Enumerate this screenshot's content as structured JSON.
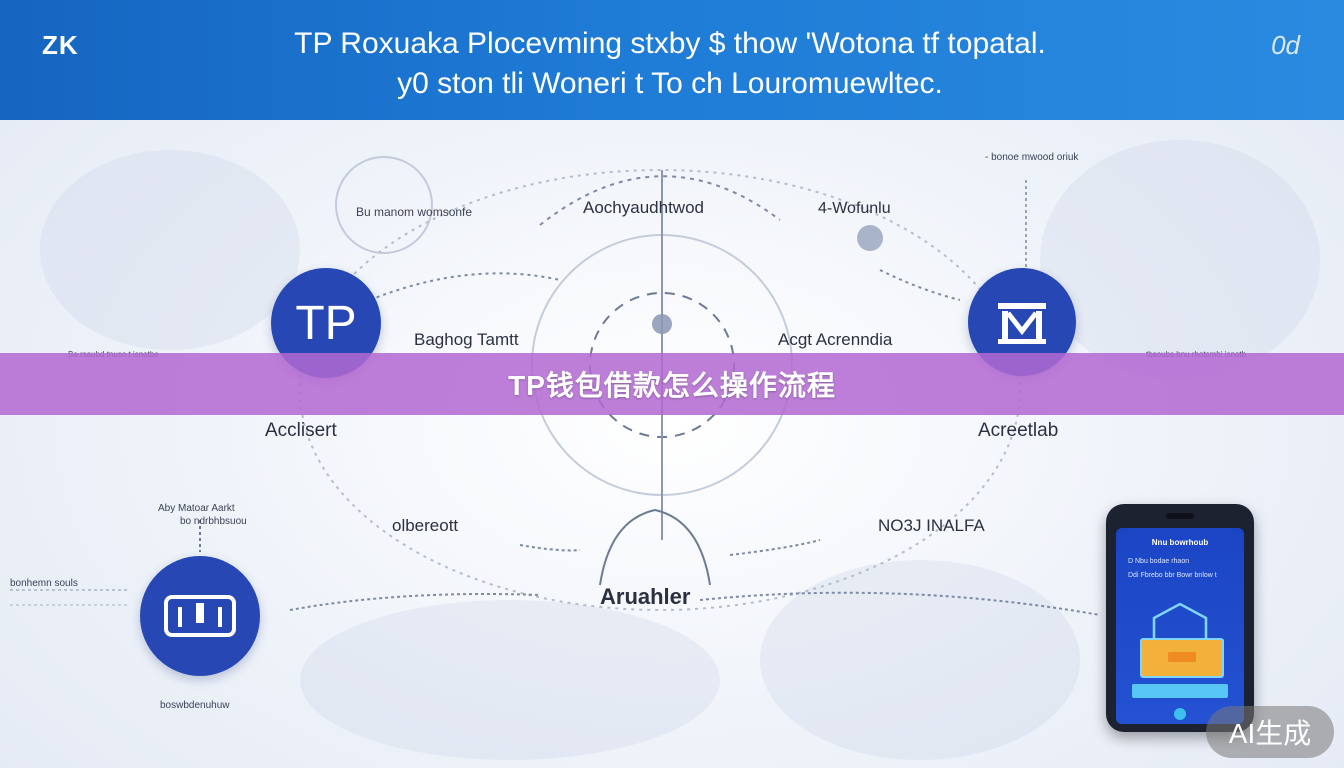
{
  "banner": {
    "logo": "ZK",
    "title_line1": "TP Roxuaka Plocevming stxby $ thow 'Wotona tf topatal.",
    "title_line2": "y0 ston tli Woneri t To ch Louromuewltec.",
    "right_mark": "0d"
  },
  "labels": {
    "top_left_small": "Bu manom womsonfe",
    "top_center": "Aochyaudhtwod",
    "top_right": "4-Wofunlu",
    "top_far_right_small": "- bonoe mwood oriuk",
    "mid_left": "Baghog Tamtt",
    "mid_right": "Acgt Acrenndia",
    "left_edge_small": "Ba rsaubd tnuso t isnotbe",
    "right_edge_small": "tbsoubs bnu rhotsmbi isnotb",
    "accusert": "Acclisert",
    "acreetlab": "Acreetlab",
    "bottom_left_small": "Aby Matoar Aarkt",
    "bottom_left_small2": "bo ndrbhbsuou",
    "bottom_center_left": "olbereott",
    "bottom_center_right": "NO3J INALFA",
    "center_bottom": "Aruahler",
    "left_far_small": "bonhemn souls",
    "bottom_left_caption": "boswbdenuhuw"
  },
  "overlay": {
    "title": "TP钱包借款怎么操作流程"
  },
  "phone": {
    "header": "Nnu bowrhoub",
    "line1": "D Nbu bodae rhaon",
    "line2": "Ddi Fbrebo bbr Bowr bnlow t"
  },
  "badge": {
    "text": "AI生成"
  },
  "colors": {
    "banner": "#1565c0",
    "node_blue": "#2747b5",
    "overlay": "#b269d2"
  }
}
